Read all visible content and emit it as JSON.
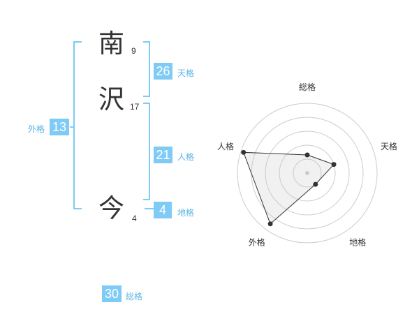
{
  "name": {
    "chars": [
      {
        "char": "南",
        "strokes": "9"
      },
      {
        "char": "沢",
        "strokes": "17"
      },
      {
        "char": "今",
        "strokes": "4"
      }
    ]
  },
  "kakusu": {
    "tenkaku": {
      "value": "26",
      "label": "天格"
    },
    "jinkaku": {
      "value": "21",
      "label": "人格"
    },
    "chikaku": {
      "value": "4",
      "label": "地格"
    },
    "gaikaku": {
      "value": "13",
      "label": "外格"
    },
    "soukaku": {
      "value": "30",
      "label": "総格"
    }
  },
  "colors": {
    "accent": "#7fcbf5",
    "label": "#5ab4e6",
    "text": "#333333",
    "grid": "#cccccc"
  },
  "chart_data": {
    "type": "radar",
    "axes": [
      "総格",
      "天格",
      "地格",
      "外格",
      "人格"
    ],
    "levels": 5,
    "max": 5,
    "values": [
      1.3,
      2.0,
      1.0,
      4.5,
      4.8
    ]
  }
}
